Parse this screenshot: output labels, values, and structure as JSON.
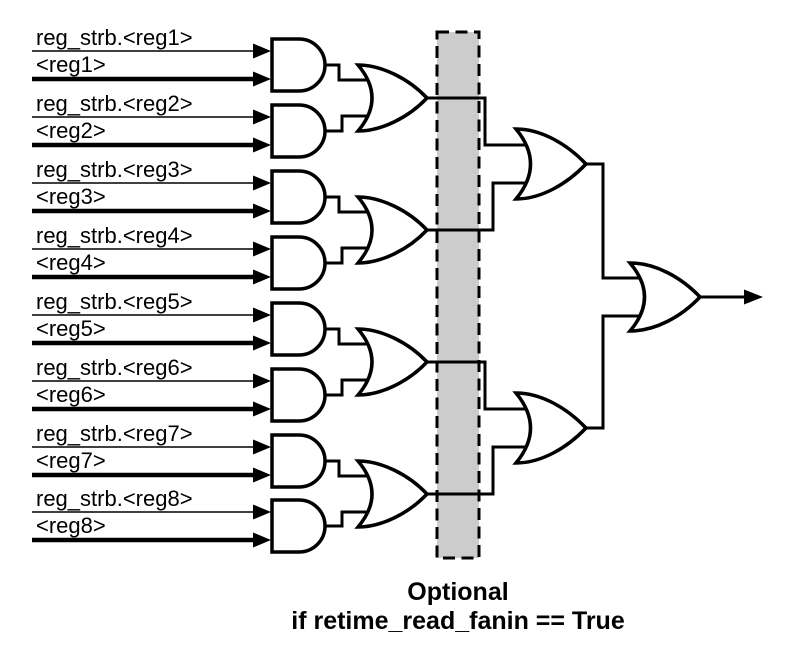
{
  "diagram": {
    "title_hint": "read-strobe fan-in OR tree",
    "inputs": [
      {
        "strobe": "reg_strb.<reg1>",
        "data": "<reg1>"
      },
      {
        "strobe": "reg_strb.<reg2>",
        "data": "<reg2>"
      },
      {
        "strobe": "reg_strb.<reg3>",
        "data": "<reg3>"
      },
      {
        "strobe": "reg_strb.<reg4>",
        "data": "<reg4>"
      },
      {
        "strobe": "reg_strb.<reg5>",
        "data": "<reg5>"
      },
      {
        "strobe": "reg_strb.<reg6>",
        "data": "<reg6>"
      },
      {
        "strobe": "reg_strb.<reg7>",
        "data": "<reg7>"
      },
      {
        "strobe": "reg_strb.<reg8>",
        "data": "<reg8>"
      }
    ],
    "caption": {
      "line1": "Optional",
      "line2": "if retime_read_fanin == True"
    },
    "colors": {
      "line": "#000000",
      "background": "#ffffff",
      "optional_region_fill": "#cccccc"
    }
  }
}
